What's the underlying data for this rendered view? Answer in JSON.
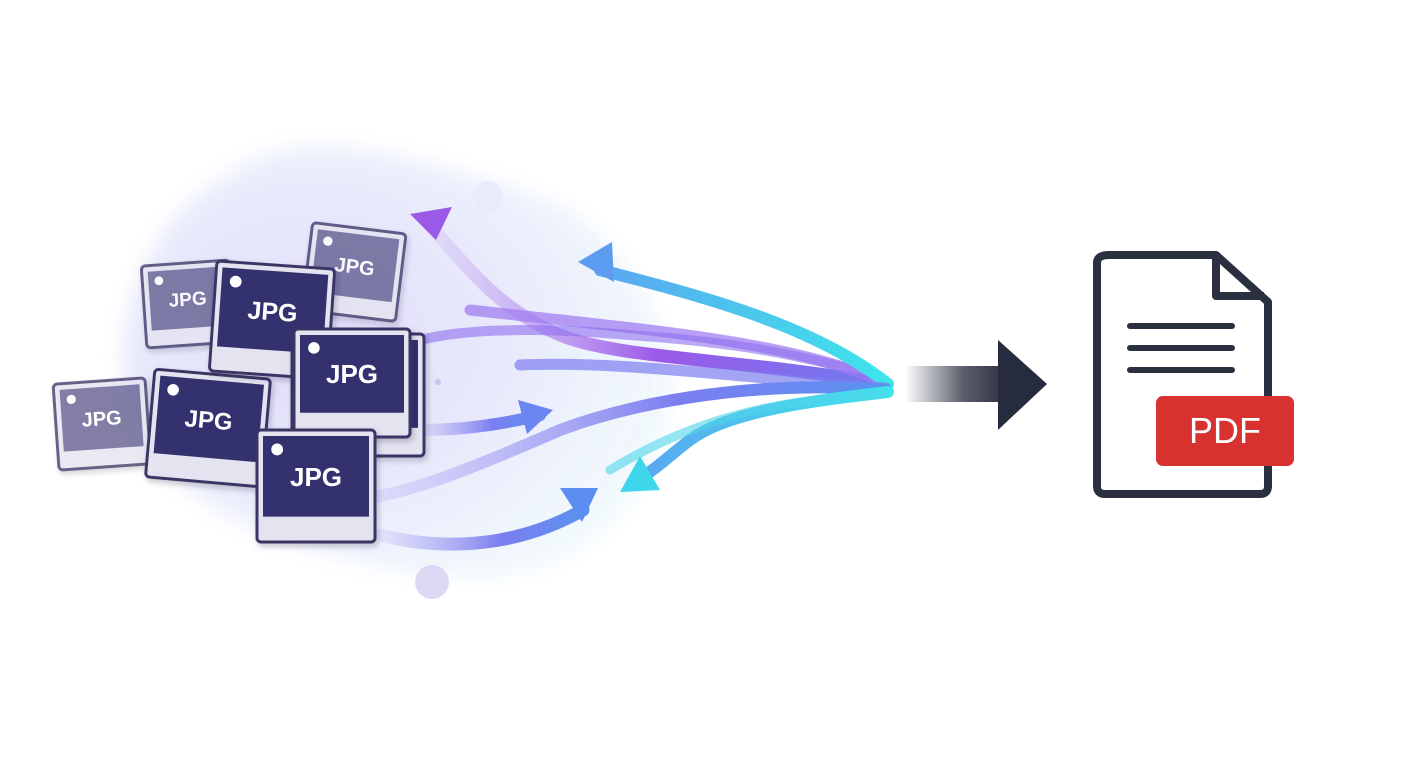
{
  "colors": {
    "tile_frame": "#e4e4f0",
    "tile_border": "#3b3566",
    "tile_fill": "#34316f",
    "tile_fill_faded": "#5f5b8e",
    "arrow_purple": "#9b59e8",
    "arrow_blue": "#5b8ef0",
    "arrow_cyan": "#3ee3ea",
    "main_arrow": "#262b3d",
    "document_stroke": "#2b3040",
    "pdf_badge": "#d7322f"
  },
  "icons": {
    "images": "jpg-image-file-icon",
    "document": "pdf-document-icon",
    "arrow": "right-arrow-icon"
  },
  "jpg_files": [
    {
      "label": "JPG",
      "faded": true
    },
    {
      "label": "JPG",
      "faded": true
    },
    {
      "label": "JPG",
      "faded": true
    },
    {
      "label": "JPG",
      "faded": false
    },
    {
      "label": "JPG",
      "faded": false
    },
    {
      "label": "JPG",
      "faded": false
    },
    {
      "label": "JPG",
      "faded": false
    },
    {
      "label": "JPG",
      "faded": false
    }
  ],
  "pdf_badge_label": "PDF"
}
